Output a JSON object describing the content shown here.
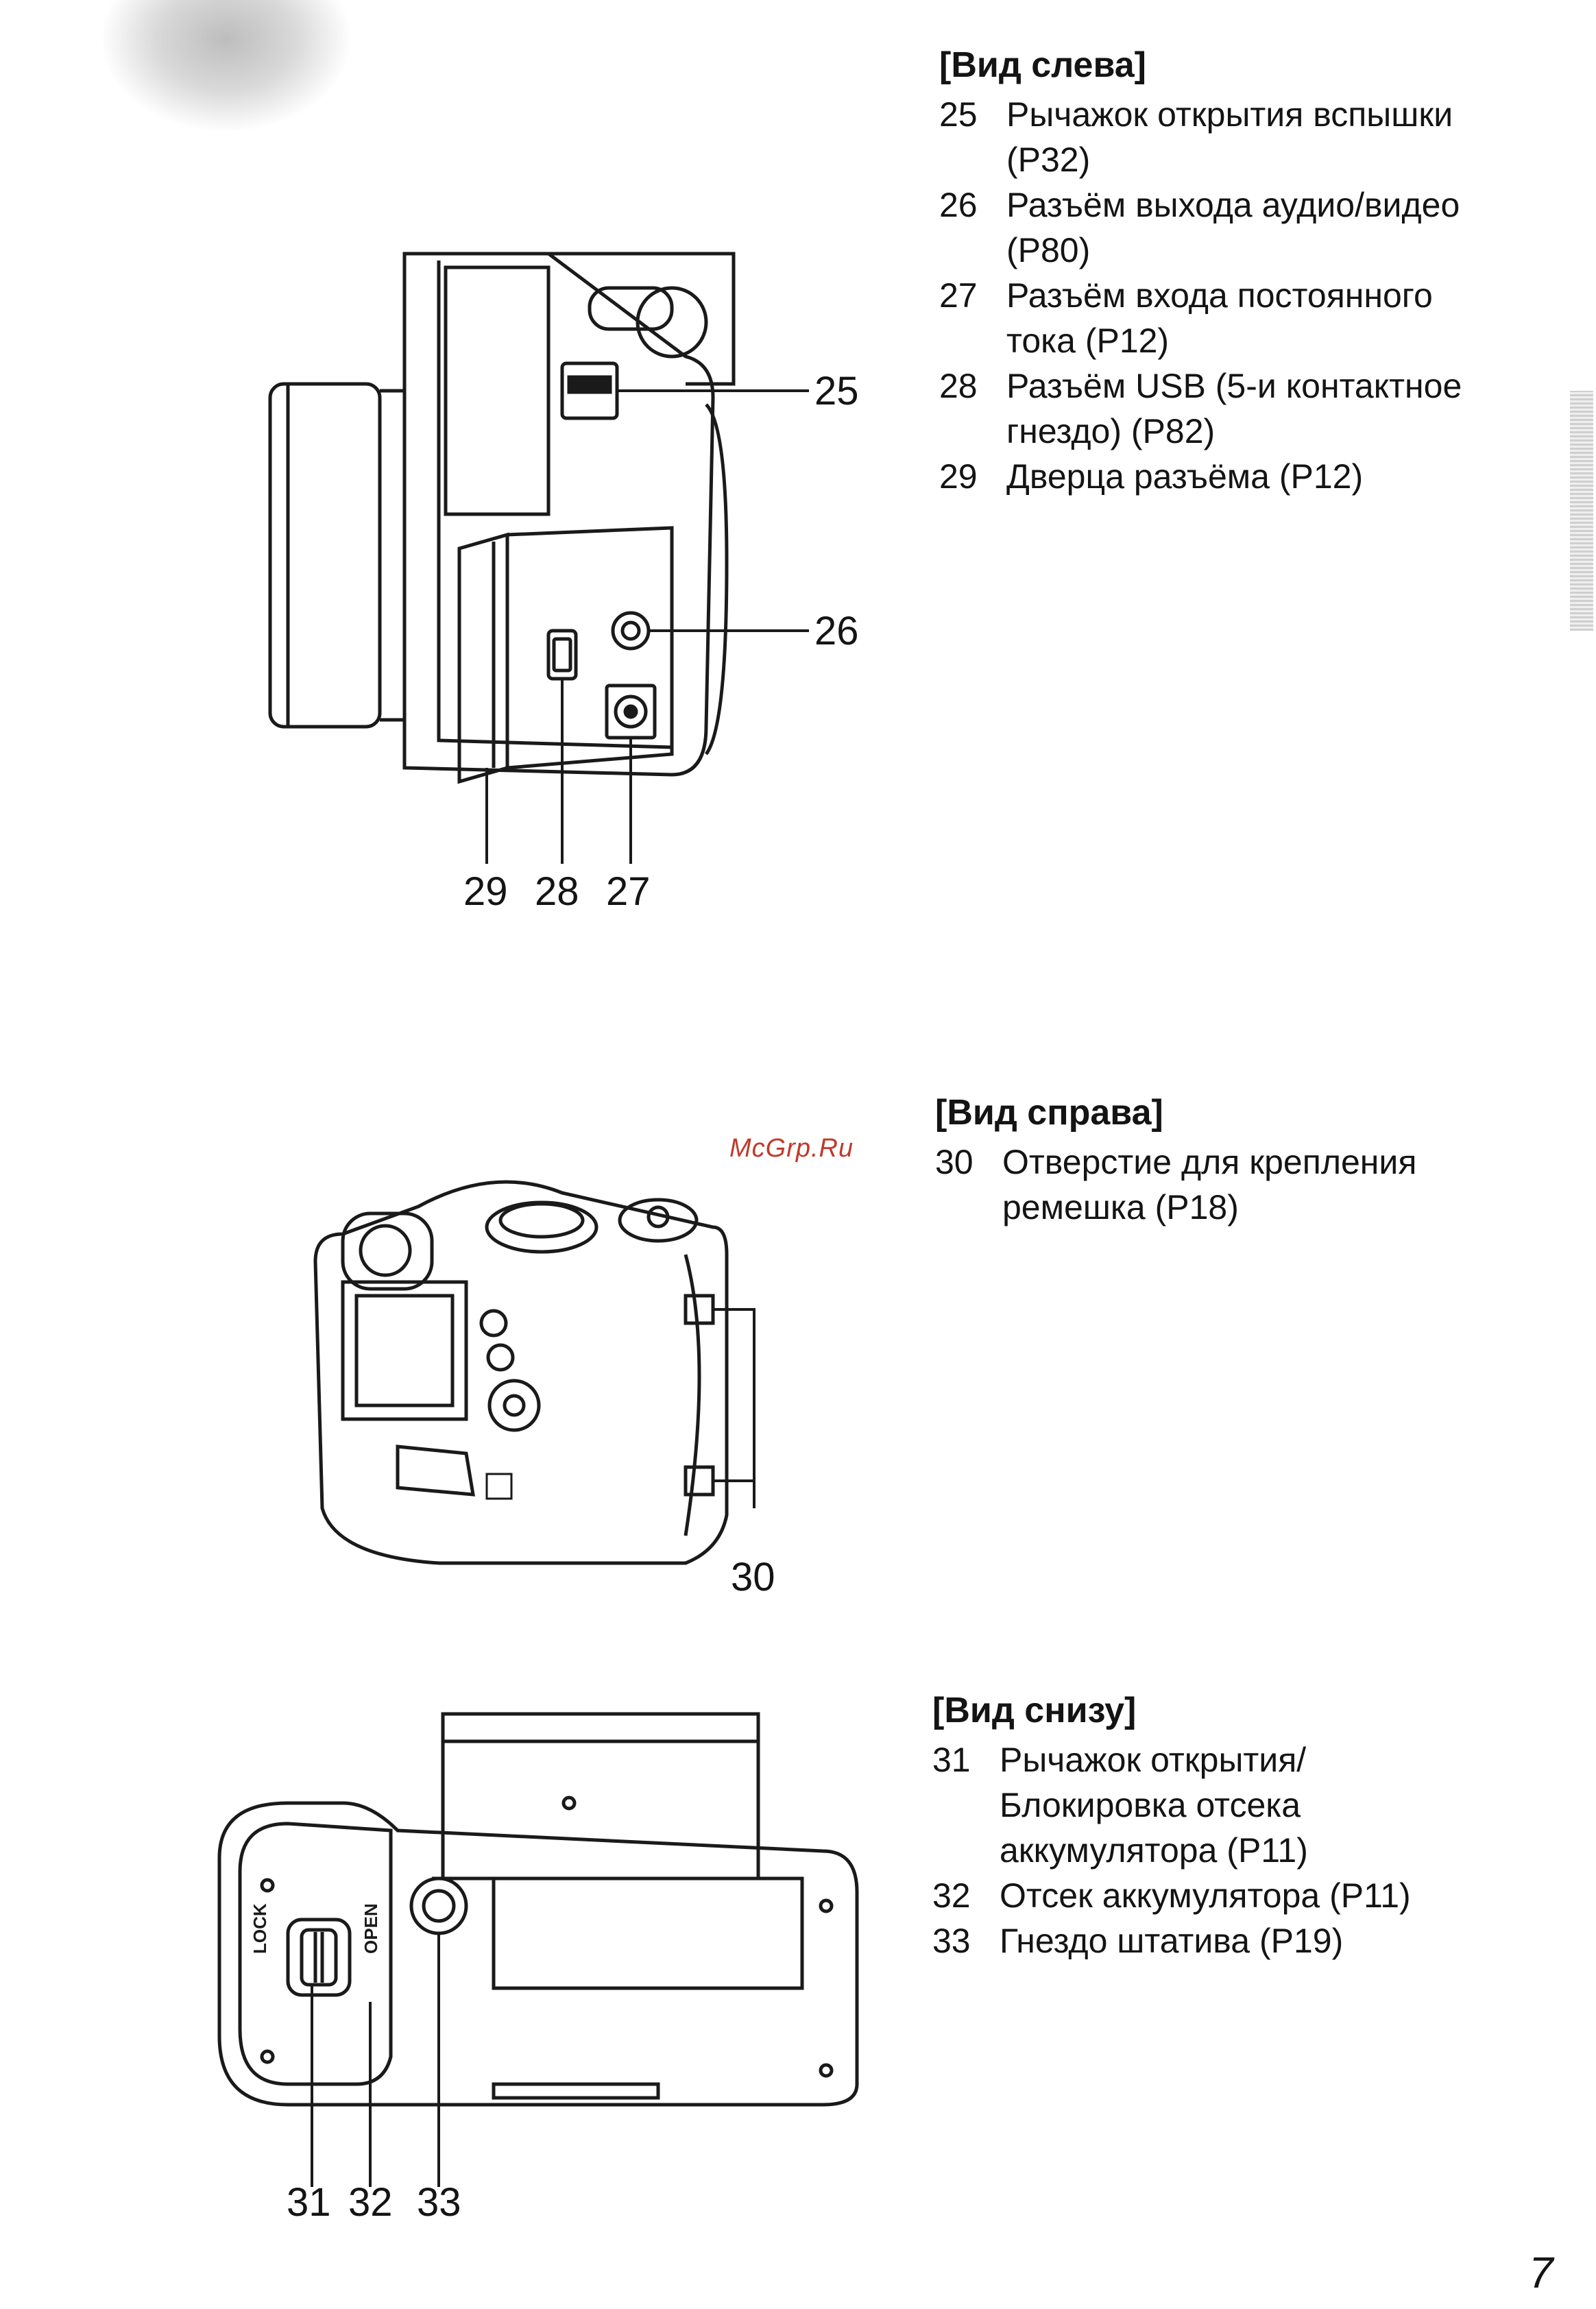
{
  "left_view": {
    "title": "[Вид слева]",
    "items": [
      {
        "num": "25",
        "lines": [
          "Рычажок открытия вспышки",
          "(P32)"
        ]
      },
      {
        "num": "26",
        "lines": [
          "Разъём выхода аудио/видео",
          "(P80)"
        ]
      },
      {
        "num": "27",
        "lines": [
          "Разъём входа постоянного",
          "тока (P12)"
        ]
      },
      {
        "num": "28",
        "lines": [
          "Разъём USB (5-и контактное",
          "гнездо) (P82)"
        ]
      },
      {
        "num": "29",
        "lines": [
          "Дверца разъёма (P12)"
        ]
      }
    ],
    "callouts": {
      "c25": "25",
      "c26": "26",
      "c29": "29",
      "c28": "28",
      "c27": "27"
    }
  },
  "right_view": {
    "title": "[Вид справа]",
    "items": [
      {
        "num": "30",
        "lines": [
          "Отверстие для крепления",
          "ремешка (P18)"
        ]
      }
    ],
    "callouts": {
      "c30": "30"
    }
  },
  "bottom_view": {
    "title": "[Вид снизу]",
    "items": [
      {
        "num": "31",
        "lines": [
          "Рычажок открытия/",
          "Блокировка отсека",
          "аккумулятора (P11)"
        ]
      },
      {
        "num": "32",
        "lines": [
          "Отсек аккумулятора (P11)"
        ]
      },
      {
        "num": "33",
        "lines": [
          "Гнездо штатива (P19)"
        ]
      }
    ],
    "callouts": {
      "c31": "31",
      "c32": "32",
      "c33": "33"
    },
    "lock_label": "LOCK",
    "open_label": "OPEN"
  },
  "watermark": "McGrp.Ru",
  "page_number": "7"
}
